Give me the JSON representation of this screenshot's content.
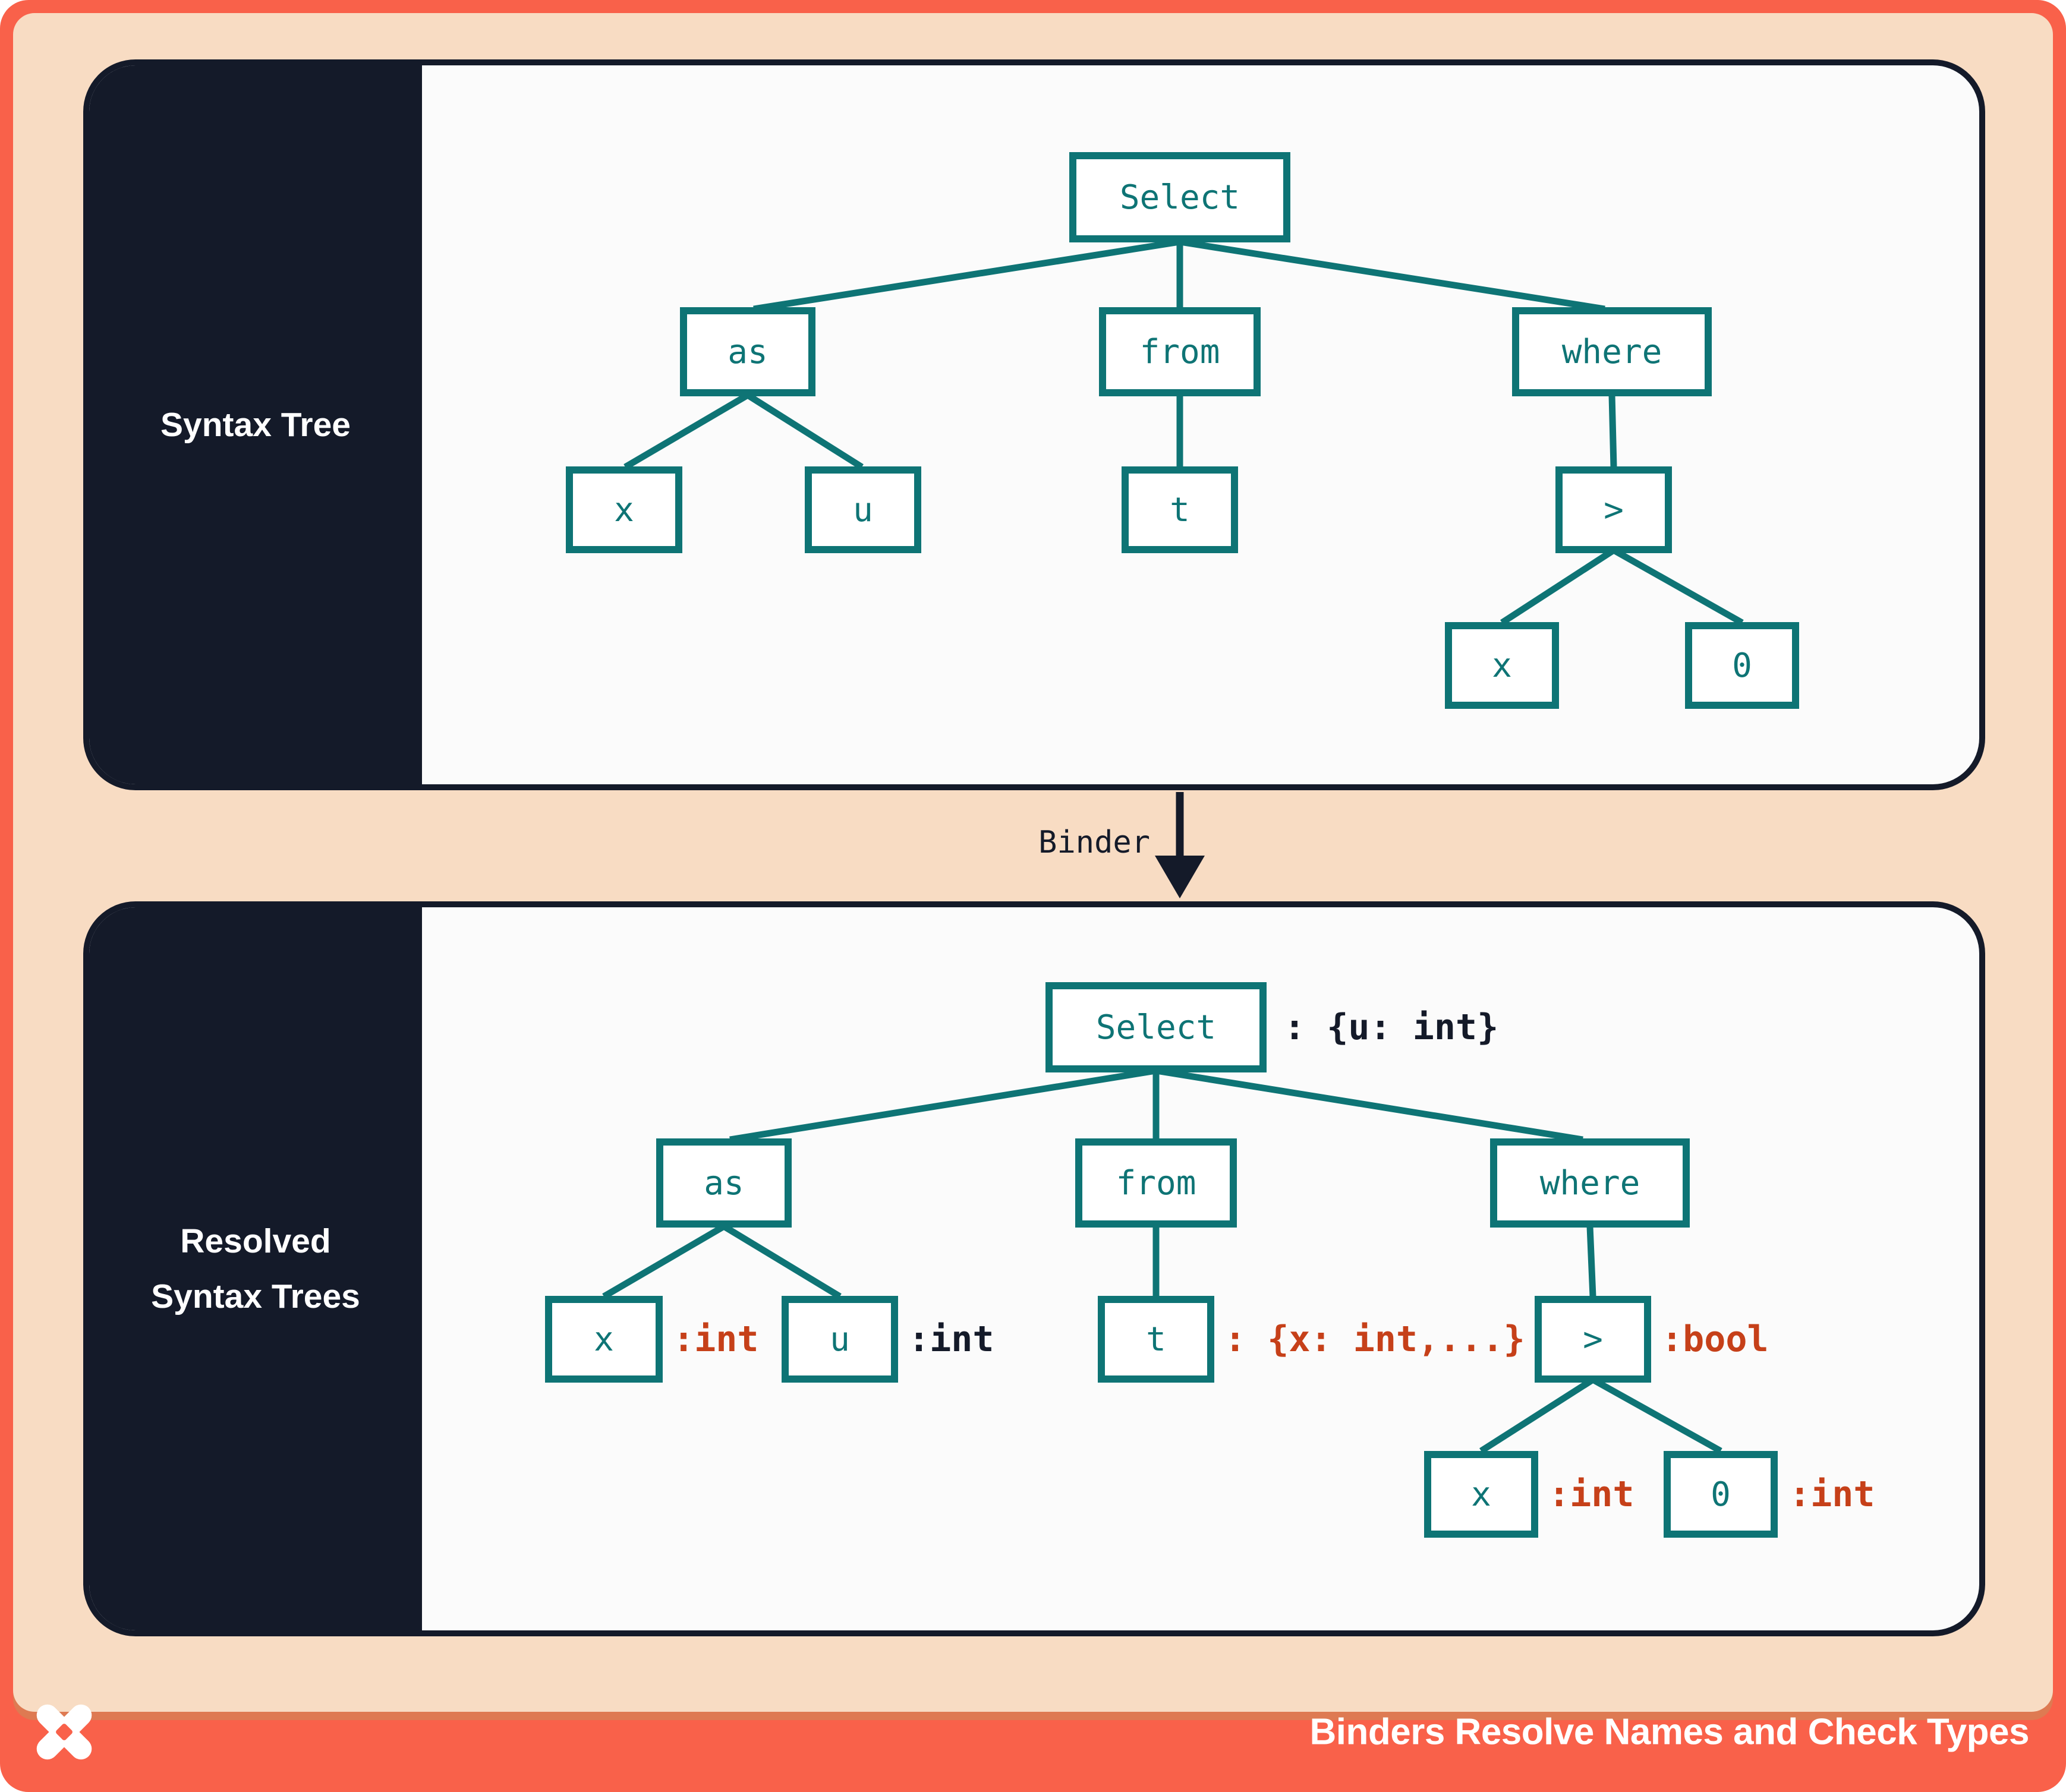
{
  "panels": {
    "syntax_tree": {
      "label": "Syntax Tree",
      "nodes": {
        "select": "Select",
        "as": "as",
        "from": "from",
        "where": "where",
        "x1": "x",
        "u": "u",
        "t": "t",
        "gt": ">",
        "x2": "x",
        "zero": "0"
      }
    },
    "resolved": {
      "label_line1": "Resolved",
      "label_line2": "Syntax Trees",
      "nodes": {
        "select": "Select",
        "as": "as",
        "from": "from",
        "where": "where",
        "x1": "x",
        "u": "u",
        "t": "t",
        "gt": ">",
        "x2": "x",
        "zero": "0"
      },
      "annotations": {
        "select": ": {u: int}",
        "x1": ":int",
        "u": ":int",
        "t": ": {x: int,...}",
        "gt": ":bool",
        "x2": ":int",
        "zero": ":int"
      }
    }
  },
  "binder_arrow": {
    "label": "Binder"
  },
  "footer": {
    "title": "Binders Resolve Names and Check Types",
    "logo": "dolt-pinwheel-logo"
  },
  "colors": {
    "frame_orange": "#F9614A",
    "background_peach": "#F8DCC3",
    "panel_navy": "#141A29",
    "panel_background": "#FBFBFB",
    "node_teal": "#0E7475",
    "annotation_red": "#C64019",
    "annotation_dark": "#141A29",
    "text_white": "#FFFFFF"
  }
}
